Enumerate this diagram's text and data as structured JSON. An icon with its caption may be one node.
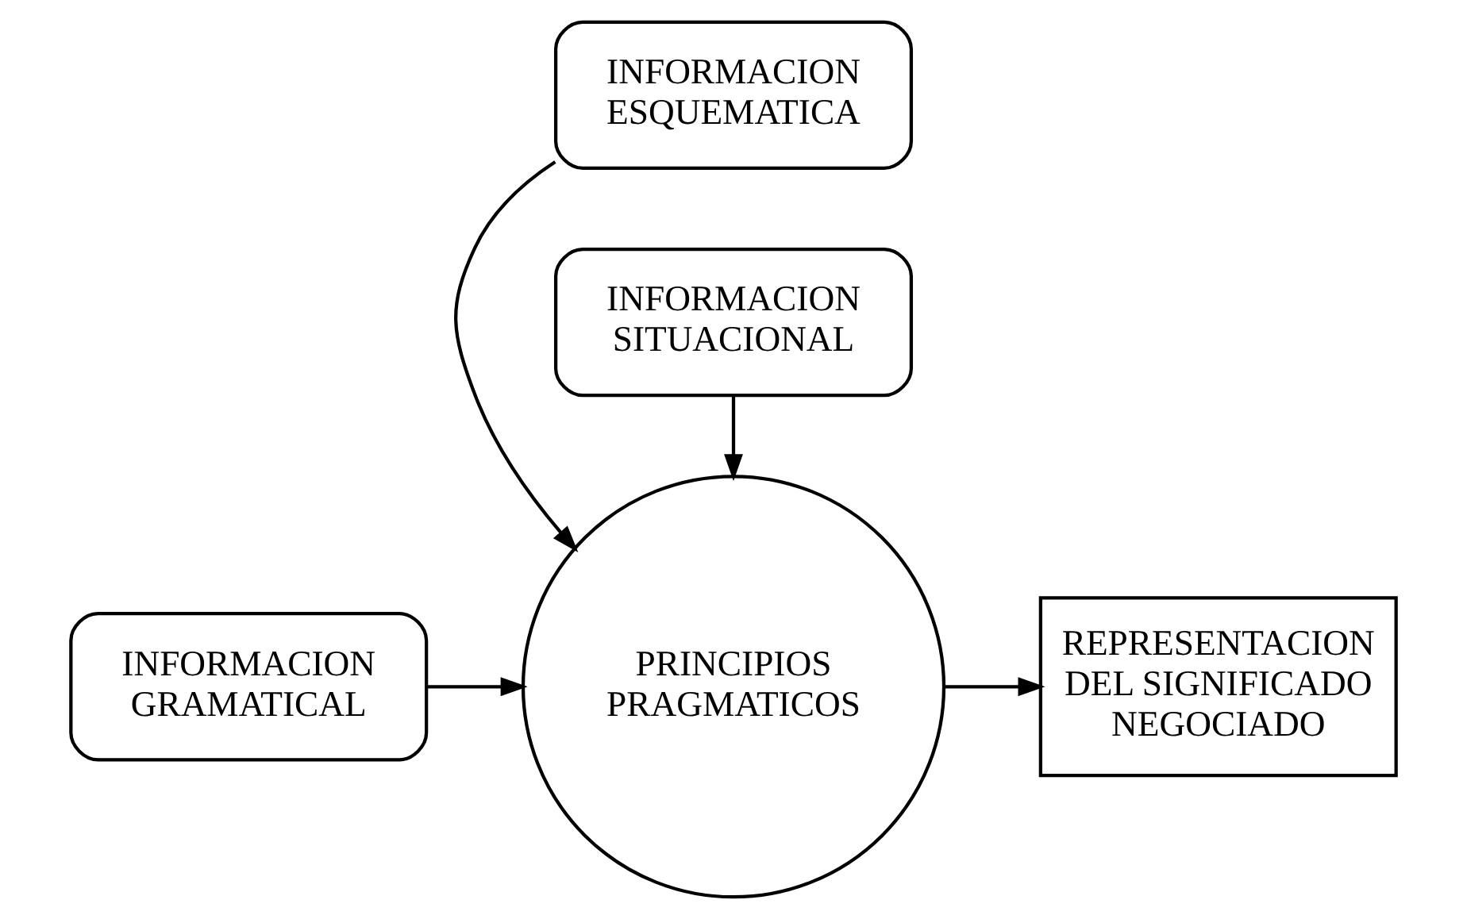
{
  "diagram": {
    "nodes": [
      {
        "text": [
          "INFORMACION ESQUEMATICA"
        ]
      },
      {
        "text": [
          "INFORMACION GRAMATICAL"
        ]
      },
      {
        "text": [
          "PRINCIPIOS PRAGMATICOS"
        ]
      },
      {
        "text": [
          "REPRESENTACION DEL SIGNIFICADO NEGOCIADO"
        ]
      },
      {
        "text": [
          "INFORMACION SITUACIONAL"
        ]
      }
    ],
    "edges": [
      {
        "from": 0,
        "to": 2,
        "arrow": "to"
      },
      {
        "from": 1,
        "to": 2,
        "arrow": "to"
      },
      {
        "from": 2,
        "to": 3,
        "arrow": "to"
      },
      {
        "from": 4,
        "to": 2,
        "arrow": "to"
      }
    ]
  }
}
